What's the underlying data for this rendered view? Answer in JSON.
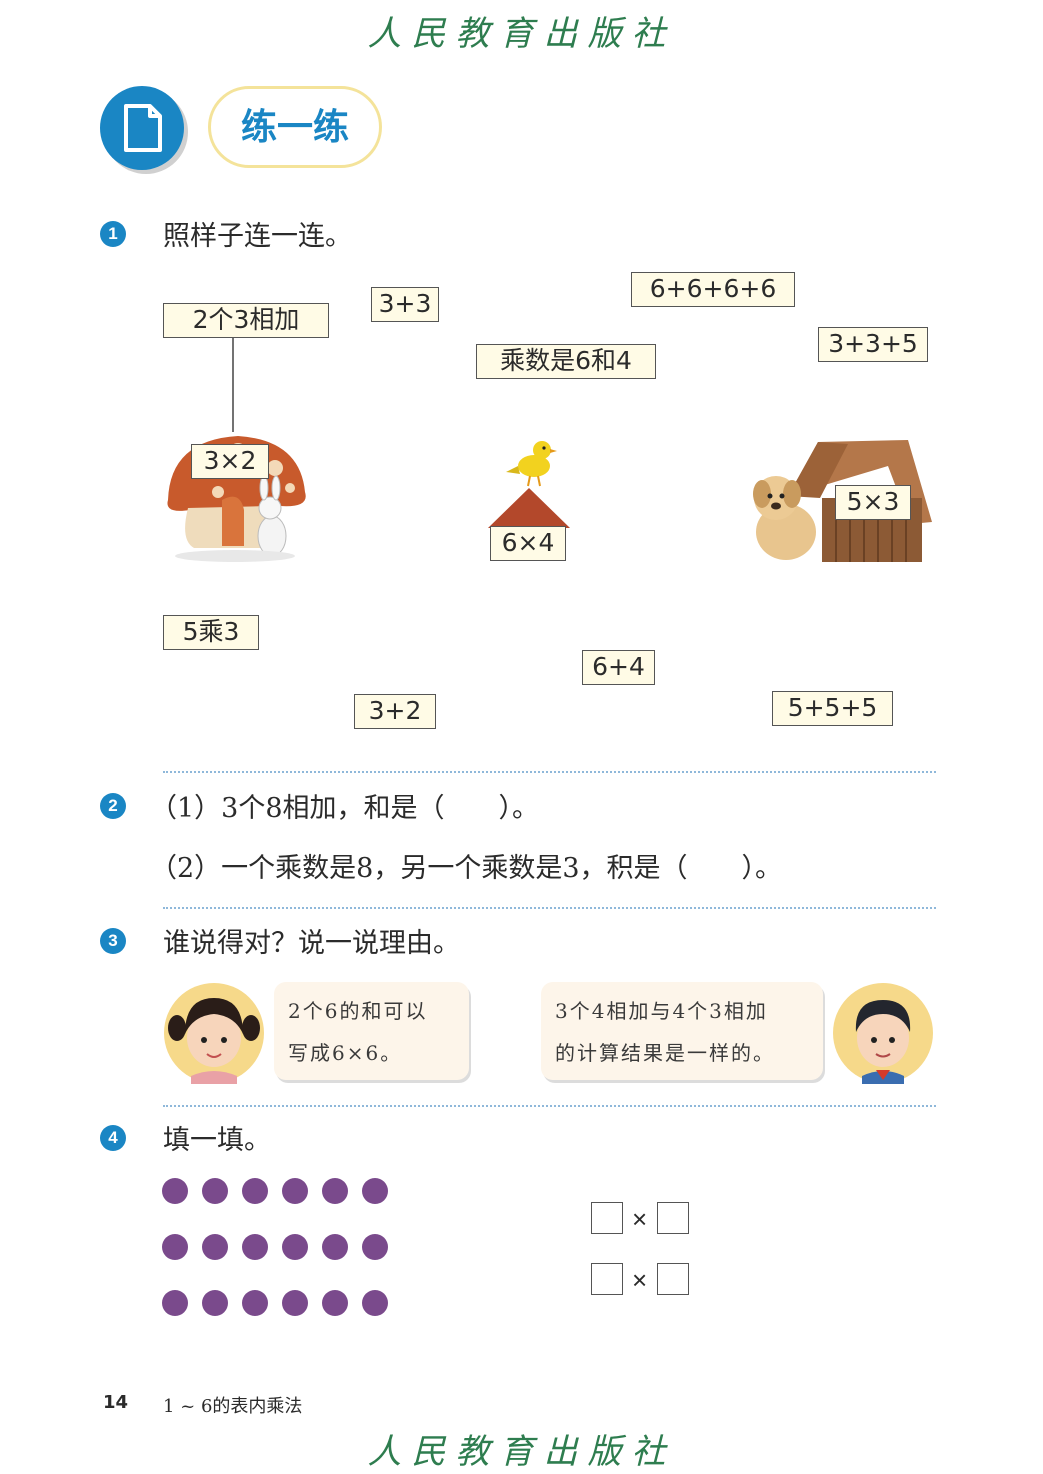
{
  "publisher": "人民教育出版社",
  "section_title": "练一练",
  "q1": {
    "number": "1",
    "instruction": "照样子连一连。",
    "cards": {
      "c_2x3add": "2个3相加",
      "c_3p3": "3+3",
      "c_6p6p6p6": "6+6+6+6",
      "c_mult64": "乘数是6和4",
      "c_3p3p5": "3+3+5",
      "c_3x2": "3×2",
      "c_6x4": "6×4",
      "c_5x3": "5×3",
      "c_5mul3": "5乘3",
      "c_6p4": "6+4",
      "c_3p2": "3+2",
      "c_5p5p5": "5+5+5"
    }
  },
  "q2": {
    "number": "2",
    "line1": "（1）3个8相加，和是（　　）。",
    "line2": "（2）一个乘数是8，另一个乘数是3，积是（　　）。"
  },
  "q3": {
    "number": "3",
    "instruction": "谁说得对？说一说理由。",
    "girl_line1": "2个6的和可以",
    "girl_line2": "写成6×6。",
    "boy_line1": "3个4相加与4个3相加",
    "boy_line2": "的计算结果是一样的。"
  },
  "q4": {
    "number": "4",
    "instruction": "填一填。",
    "dots": {
      "rows": 3,
      "cols": 6,
      "color": "#7a4a8c"
    },
    "times_sign": "×"
  },
  "footer": {
    "page": "14",
    "chapter": "1 ~ 6的表内乘法"
  },
  "colors": {
    "accent": "#1a86c4",
    "publisher_green": "#2e7d4f",
    "pill_border": "#f4e39a"
  }
}
